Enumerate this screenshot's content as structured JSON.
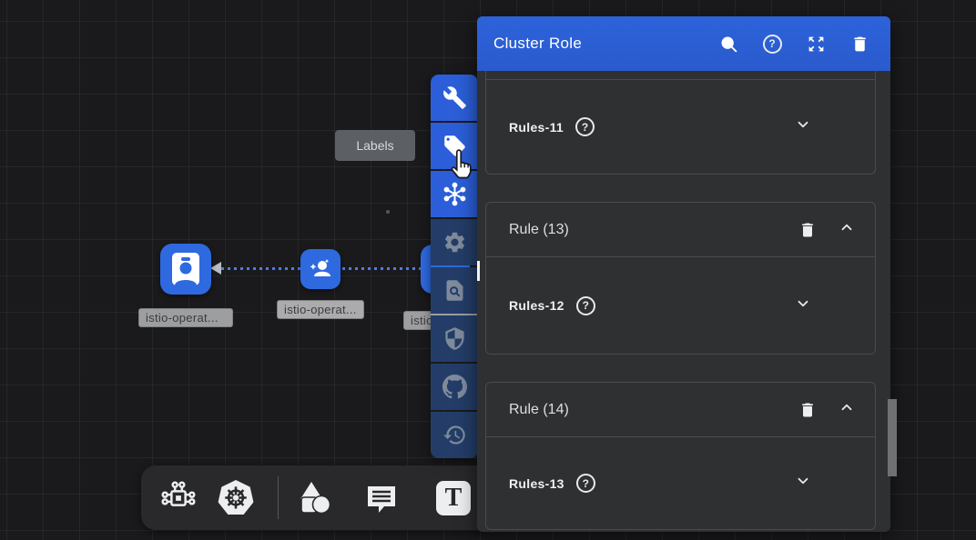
{
  "colors": {
    "accent": "#2b5ed8",
    "node_blue": "#2e69df",
    "panel_bg": "#2f3032"
  },
  "panel": {
    "title": "Cluster Role",
    "help_glyph": "?",
    "header_icons": [
      "search-icon",
      "help-icon",
      "expand-icon",
      "delete-icon"
    ],
    "cards": [
      {
        "kind": "partial",
        "rules_label": "Rules-11"
      },
      {
        "kind": "full",
        "header_label": "Rule (13)",
        "rules_label": "Rules-12"
      },
      {
        "kind": "full",
        "header_label": "Rule (14)",
        "rules_label": "Rules-13"
      }
    ]
  },
  "tooltip": {
    "text": "Labels"
  },
  "canvas": {
    "node_labels": [
      "istio-operat...",
      "istio-operat...",
      "istio..."
    ]
  },
  "toolbar": {
    "items": [
      "wrench",
      "labels-tag",
      "hub",
      "settings-gear",
      "find-document",
      "shield",
      "github",
      "history"
    ],
    "active_items": [
      "wrench",
      "labels-tag",
      "hub"
    ]
  },
  "bottom_bar": {
    "text_tool_label": "T",
    "tools": [
      "circuit",
      "kubernetes",
      "shapes",
      "comment",
      "text"
    ]
  }
}
